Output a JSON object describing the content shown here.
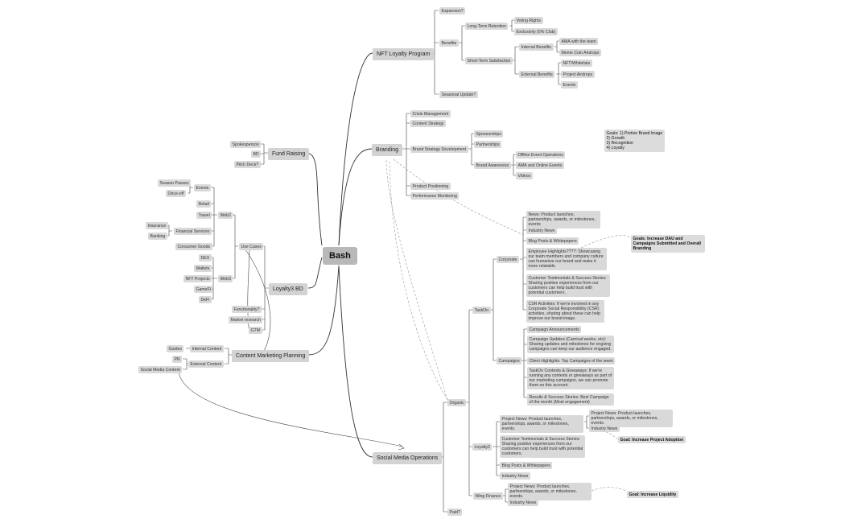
{
  "root": "Bash",
  "level1": {
    "nft": "NFT Loyalty Program",
    "branding": "Branding",
    "fund": "Fund Raising",
    "loyalty3bd": "Loyalty3 BD",
    "content": "Content Marketing Planning",
    "social": "Social Media Operations"
  },
  "nft": {
    "expansion": "Expansion?",
    "benefits": "Benefits",
    "seasonal": "Seasonal Update?",
    "long_term": "Long-Term Retention",
    "voting": "Voting Rights",
    "exclusivity": "Exclusivity (5% Club)",
    "short_term": "Short-Term Satisfaction",
    "internal": "Internal Benefits",
    "ama_team": "AMA with the team",
    "meme": "Meme Coin Airdrops",
    "external": "External Benefits",
    "whitelists": "NFT/Whitelists",
    "project_airdrops": "Project Airdrops",
    "events": "Events"
  },
  "branding": {
    "crisis": "Crisis Management",
    "strategy": "Content Strategy",
    "bsd": "Brand Strategy Development",
    "sponsorships": "Sponsorships",
    "partnerships": "Partnerships",
    "awareness": "Brand Awareness",
    "offline": "Offline Event Operations",
    "ama_online": "AMA and Online Events",
    "videos": "Videos",
    "positioning": "Product Positioning",
    "monitoring": "Performance Monitoring",
    "goals": "Goals: 1) Portive Brand Image\n2) Growth\n3) Recognition\n4) Loyalty"
  },
  "fund": {
    "spokesperson": "Spokesperson",
    "bd": "BD",
    "pitch": "Pitch Deck?"
  },
  "bd": {
    "season_passes": "Season Passes",
    "one_off": "Once-off",
    "events": "Events",
    "retail": "Retail",
    "travel": "Travel",
    "web2": "Web2",
    "insurance": "Insurance",
    "banking": "Banking",
    "financial": "Financial Services",
    "consumer": "Consumer Goods",
    "use_cases": "Use Cases",
    "dex": "DEX",
    "wallets": "Wallets",
    "nft_projects": "NFT Projects",
    "web3": "Web3",
    "gamefi": "GameFi",
    "defi": "DeFi",
    "functionality": "Functionality?",
    "market": "Market research",
    "gtm": "GTM"
  },
  "content": {
    "guides": "Guides",
    "internal": "Internal Content",
    "pr": "PR",
    "external": "External Content",
    "social_content": "Social Media Content"
  },
  "social": {
    "organic": "Organic",
    "paid": "Paid?",
    "taskon": "TaskOn",
    "corporate": "Corporate",
    "news": "News: Product launches, partnerships, awards, or milestones, events",
    "industry": "Industry News",
    "blog": "Blog Posts & Whitepapers",
    "employee": "Employee Highlights????: Showcasing our team members and company culture can humanize our brand and make it more relatable.",
    "testimonials": "Customer Testimonials & Success Stories: Sharing positive experiences from our customers can help build trust with potential customers.",
    "csr": "CSR Activities: If we're involved in any Corporate Social Responsibility (CSR) activities, sharing about these can help improve our brand image.",
    "campaigns": "Campaigns",
    "announce": "Campaign Announcements",
    "updates": "Campaign Updates (Carnival weeks, etc): Sharing updates and milestones for ongoing campaigns can keep our audience engaged.",
    "client": "Client Highlights: Top Campaigns of the week",
    "contests": "TaskOn Contests & Giveaways: If we're running any contests or giveaways as part of our marketing campaigns, we can promote them on this account.",
    "results": "Results & Success Stories: Best Campaign of the month (Most engagement)",
    "goal_dau": "Goals: Increase DAU and Campaigns Submitted and Overall Branding",
    "loyalty3": "Loyalty3",
    "l3_news": "Project News: Product launches, partnerships, awards, or milestones, events.",
    "l3_news_b": "Project News: Product launches, partnerships, awards, or milestones, events.",
    "l3_industry_b": "Industry News",
    "goal_adoption": "Goal: Increase Project Adoption",
    "l3_testimonials": "Customer Testimonials & Success Stories: Sharing positive experiences from our customers can help build trust with potential customers.",
    "l3_blog": "Blog Posts & Whitepapers",
    "l3_industry": "Industry News",
    "wing": "Wing Finance",
    "wing_news": "Project News: Product launches, partnerships, awards, or milestones, events.",
    "wing_industry": "Industry News",
    "goal_liquidity": "Goal: Increase Liquidity"
  }
}
